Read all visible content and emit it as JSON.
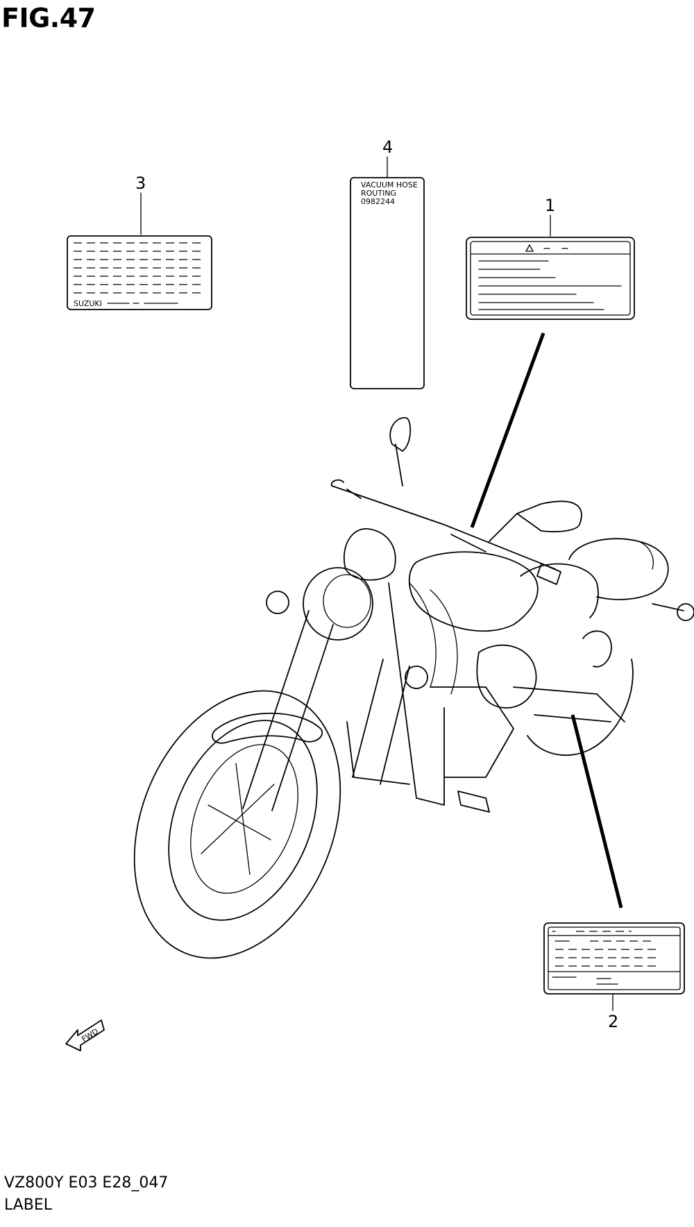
{
  "figure": {
    "title": "FIG.47"
  },
  "footer": {
    "code": "VZ800Y E03 E28_047",
    "label": "LABEL"
  },
  "callouts": [
    "1",
    "2",
    "3",
    "4"
  ],
  "labels": {
    "label3_text": "SUZUKI",
    "label4_lines": [
      "VACUUM HOSE",
      "ROUTING",
      "0982244"
    ],
    "fwd_text": "FWD"
  },
  "icons": {
    "warning": "warning-triangle-icon",
    "direction": "fwd-arrow-icon"
  }
}
